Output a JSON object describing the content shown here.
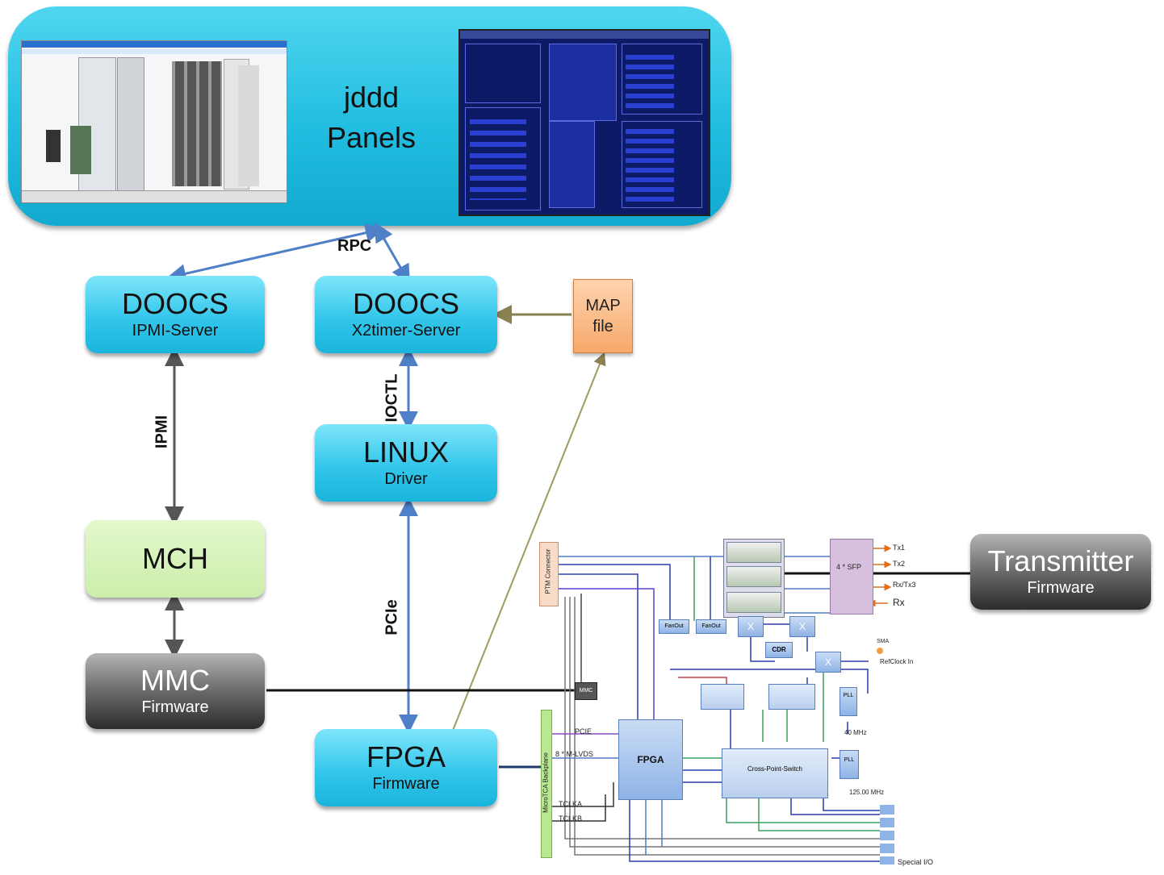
{
  "top_panel": {
    "title_line1": "jddd",
    "title_line2": "Panels"
  },
  "rpc_label": "RPC",
  "boxes": {
    "doocs_ipmi": {
      "title": "DOOCS",
      "subtitle": "IPMI-Server"
    },
    "doocs_x2timer": {
      "title": "DOOCS",
      "subtitle": "X2timer-Server"
    },
    "map_file": {
      "line1": "MAP",
      "line2": "file"
    },
    "linux": {
      "title": "LINUX",
      "subtitle": "Driver"
    },
    "mch": {
      "title": "MCH"
    },
    "mmc": {
      "title": "MMC",
      "subtitle": "Firmware"
    },
    "fpga": {
      "title": "FPGA",
      "subtitle": "Firmware"
    },
    "transmitter": {
      "title": "Transmitter",
      "subtitle": "Firmware"
    }
  },
  "link_labels": {
    "ipmi": "IPMI",
    "ioctl": "IOCTL",
    "pcie": "PCIe"
  },
  "block_diagram": {
    "fpga": "FPGA",
    "sfp": "4 * SFP",
    "outputs": [
      "Tx1",
      "Tx2",
      "Rx/Tx3",
      "Rx"
    ],
    "fanout": "FanOut",
    "cdr": "CDR",
    "mmc": "MMC",
    "pll": "PLL",
    "crosspoint": "Cross-Point-Switch",
    "sma": "SMA",
    "refclk": "RefClock In",
    "freq1": "40 MHz",
    "freq2": "125.00 MHz",
    "microtca": "MicroTCA Backplane",
    "ptm": "PTM Connector",
    "pcie": "PCIE",
    "mlvds": "8 * M-LVDS",
    "tclka": "TCLKA",
    "tclkb": "TCLKB",
    "special_io": "Special I/O"
  }
}
